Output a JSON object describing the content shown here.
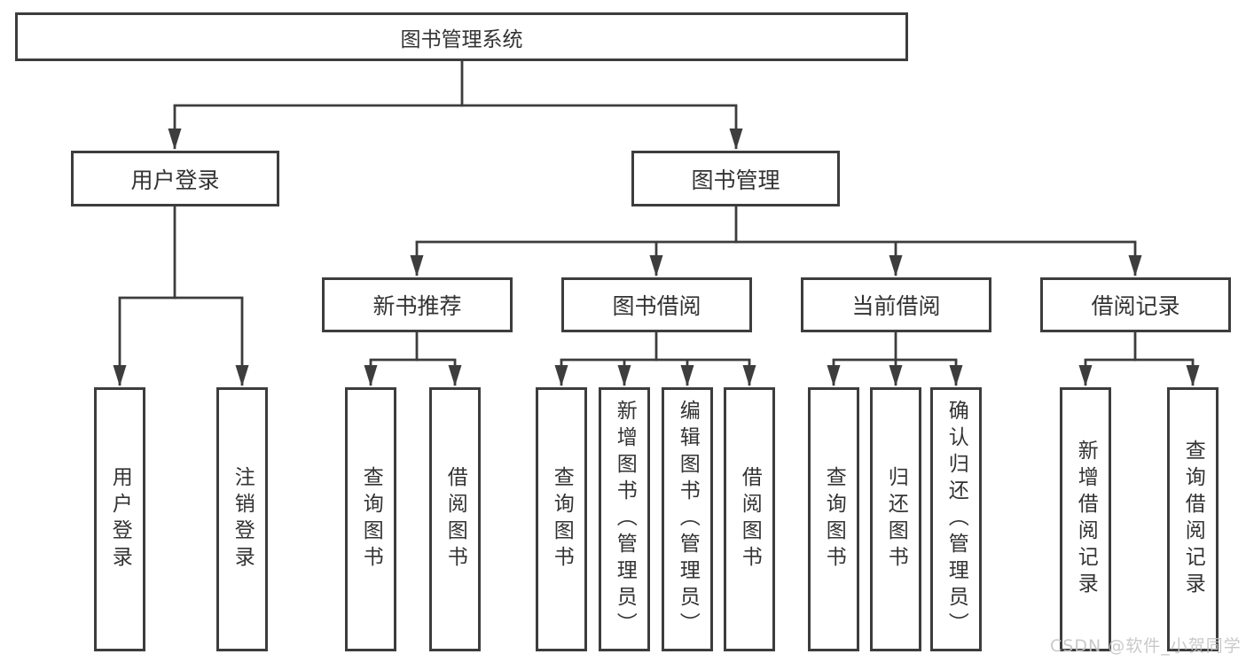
{
  "diagram": {
    "root": {
      "label": "图书管理系统"
    },
    "branches": {
      "user_login": {
        "label": "用户登录",
        "children": {
          "login": {
            "label": "用户登录"
          },
          "logout": {
            "label": "注销登录"
          }
        }
      },
      "book_management": {
        "label": "图书管理",
        "children": {
          "new_book_recommend": {
            "label": "新书推荐",
            "children": {
              "query_books": {
                "label": "查询图书"
              },
              "borrow_books": {
                "label": "借阅图书"
              }
            }
          },
          "book_borrow": {
            "label": "图书借阅",
            "children": {
              "query_books": {
                "label": "查询图书"
              },
              "add_books_admin": {
                "label": "新增图书（管理员）"
              },
              "edit_books_admin": {
                "label": "编辑图书（管理员）"
              },
              "borrow_books": {
                "label": "借阅图书"
              }
            }
          },
          "current_borrow": {
            "label": "当前借阅",
            "children": {
              "query_books": {
                "label": "查询图书"
              },
              "return_books": {
                "label": "归还图书"
              },
              "confirm_return_admin": {
                "label": "确认归还（管理员）"
              }
            }
          },
          "borrow_records": {
            "label": "借阅记录",
            "children": {
              "add_record": {
                "label": "新增借阅记录"
              },
              "query_record": {
                "label": "查询借阅记录"
              }
            }
          }
        }
      }
    },
    "watermark": "CSDN @软件_小贺同学",
    "colors": {
      "line": "#3d3d3d",
      "border": "#3d3d3d",
      "text": "#333333",
      "background": "#ffffff",
      "watermark": "#c4c4c4"
    }
  }
}
